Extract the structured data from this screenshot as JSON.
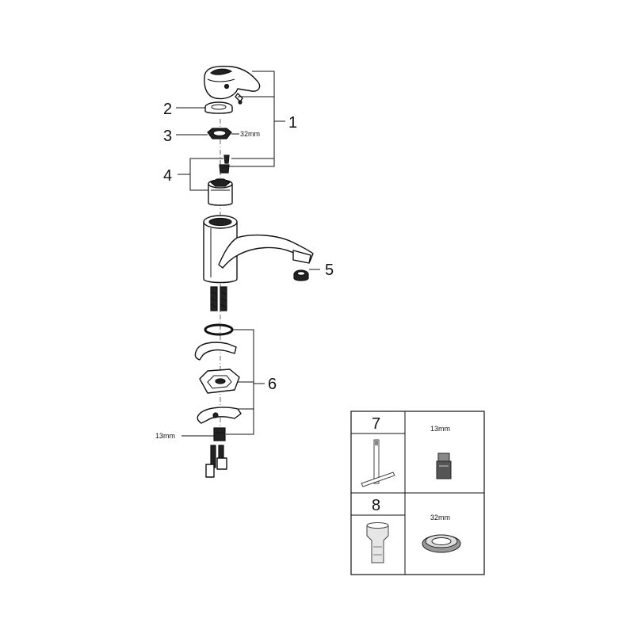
{
  "callouts": {
    "n1": "1",
    "n2": "2",
    "n3": "3",
    "n4": "4",
    "n5": "5",
    "n6": "6"
  },
  "dimensions": {
    "nut_32": "32mm",
    "conn_13": "13mm"
  },
  "tools_table": {
    "tool_7": "7",
    "tool_7_size": "13mm",
    "tool_8": "8",
    "tool_8_size": "32mm"
  }
}
